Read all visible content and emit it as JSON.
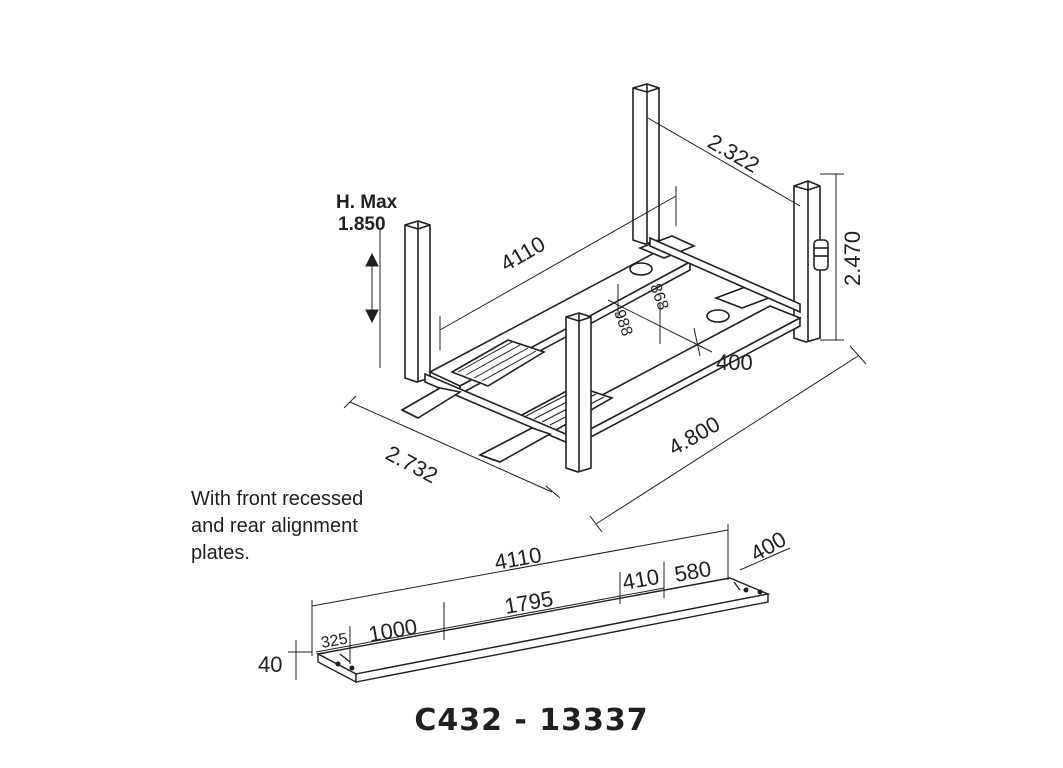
{
  "dimensions": {
    "post_spacing_diagonal": "2.322",
    "column_height": "2.470",
    "max_height_label": "H. Max",
    "max_height_value": "1.850",
    "runway_length": "4110",
    "inner_width_a": "868",
    "inner_width_b": "988",
    "runway_width": "400",
    "overall_length": "4.800",
    "overall_width": "2.732"
  },
  "runway_detail": {
    "total_length": "4110",
    "width": "400",
    "thickness": "40",
    "segments": [
      "325",
      "1000",
      "1795",
      "410",
      "580"
    ]
  },
  "note_lines": [
    "With front recessed",
    "and rear alignment",
    "plates."
  ],
  "model": "C432 - 13337"
}
